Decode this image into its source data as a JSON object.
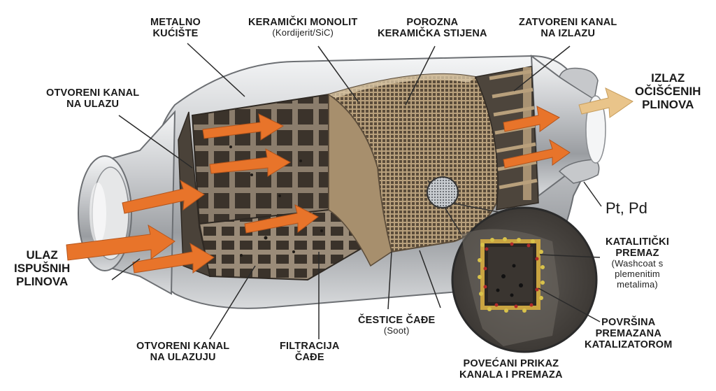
{
  "labels": {
    "housing": "METALNO\nKUĆIŠTE",
    "monolith_title": "KERAMIČKI MONOLIT",
    "monolith_sub": "(Kordijerit/SiC)",
    "porous_wall": "POROZNA\nKERAMIČKA STIJENA",
    "closed_channel": "ZATVORENI KANAL\nNA IZLAZU",
    "open_inlet_channel": "OTVORENI KANAL\nNA ULAZU",
    "exit_gas": "IZLAZ\nOČIŠĆENIH\nPLINOVA",
    "inlet_gas": "ULAZ\nISPUŠNIH\nPLINOVA",
    "pt_pd": "Pt, Pd",
    "catalytic_coating_title": "KATALITIČKI\nPREMAZ",
    "catalytic_coating_sub": "(Washcoat s\nplemenitim\nmetalima)",
    "soot_title": "ČESTICE ČAĐE",
    "soot_sub": "(Soot)",
    "coated_surface": "POVRŠINA\nPREMAZANA\nKATALIZATOROM",
    "open_inlet_channel_2": "OTVORENI KANAL\nNA ULAZUJU",
    "soot_filtration": "FILTRACIJA\nČAĐE",
    "magnified_view": "POVEĆANI PRIKAZ\nKANALA I PREMAZA"
  },
  "colors": {
    "flow_arrow": "#e8742a",
    "exit_arrow": "#e9c48a",
    "ceramic": "#b8a07c",
    "soot": "#3a332d",
    "metal": "#c9cbce",
    "platinum": "#d8c24a",
    "palladium": "#b02a2a"
  }
}
